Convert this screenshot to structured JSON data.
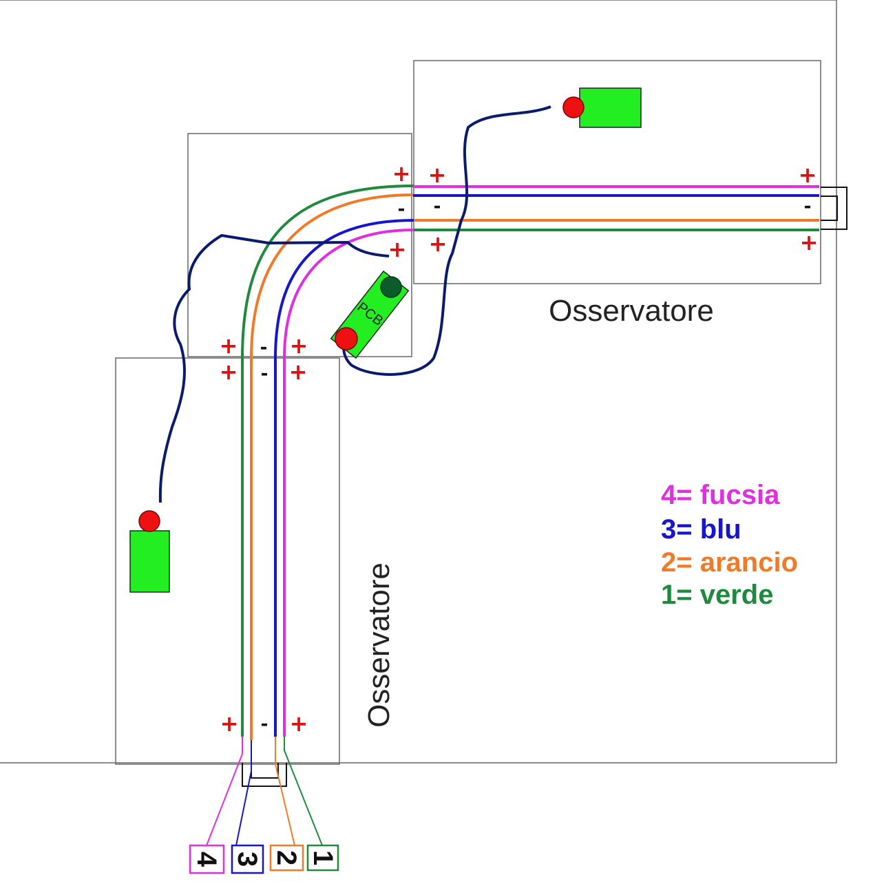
{
  "colors": {
    "fucsia": "#e02ee0",
    "blu": "#1515d0",
    "arancio": "#f07a28",
    "verde": "#1f8a3e",
    "cable": "#0a1a6e",
    "sign": "#e01010",
    "component": "#22ee22",
    "connector": "#ee1111",
    "pcb_dot": "#0d5a2a",
    "frame": "#666666"
  },
  "labels": {
    "observer_top": "Osservatore",
    "observer_right": "Osservatore",
    "pcb": "PCB",
    "plus": "+",
    "minus": "-"
  },
  "legend": [
    {
      "text": "4= fucsia",
      "color": "#e02ee0"
    },
    {
      "text": "3= blu",
      "color": "#1515d0"
    },
    {
      "text": "2= arancio",
      "color": "#f07a28"
    },
    {
      "text": "1= verde",
      "color": "#1f8a3e"
    }
  ],
  "terminals": [
    {
      "number": "4",
      "color": "#e02ee0"
    },
    {
      "number": "3",
      "color": "#1515d0"
    },
    {
      "number": "2",
      "color": "#f07a28"
    },
    {
      "number": "1",
      "color": "#1f8a3e"
    }
  ]
}
